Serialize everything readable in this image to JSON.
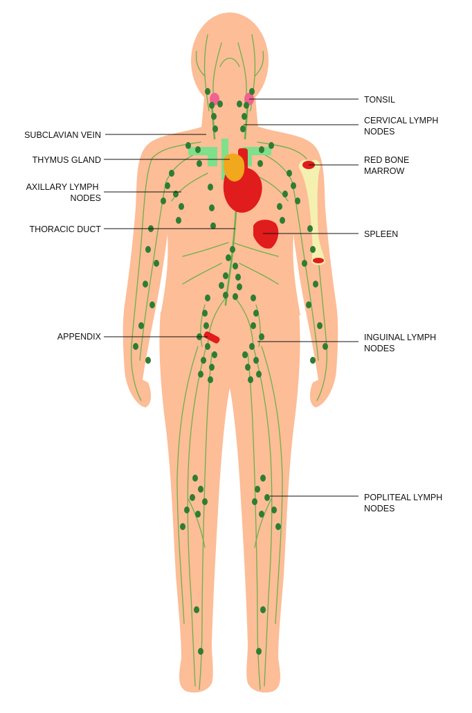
{
  "colors": {
    "skin": "#fcbd97",
    "vessel": "#6ab04c",
    "node": "#2e7d32",
    "organ_red": "#e01c1c",
    "vein": "#7ee08a",
    "thymus": "#f2a81d",
    "bone": "#f4f0b0",
    "label": "#111111"
  },
  "labels": {
    "tonsil": [
      "TONSIL"
    ],
    "cervical": [
      "CERVICAL LYMPH",
      "NODES"
    ],
    "subclavian": [
      "SUBCLAVIAN VEIN"
    ],
    "thymus": [
      "THYMUS GLAND"
    ],
    "red_bone_marrow": [
      "RED BONE",
      "MARROW"
    ],
    "axillary": [
      "AXILLARY LYMPH",
      "NODES"
    ],
    "thoracic": [
      "THORACIC DUCT"
    ],
    "spleen": [
      "SPLEEN"
    ],
    "appendix": [
      "APPENDIX"
    ],
    "inguinal": [
      "INGUINAL LYMPH",
      "NODES"
    ],
    "popliteal": [
      "POPLITEAL LYMPH",
      "NODES"
    ]
  }
}
